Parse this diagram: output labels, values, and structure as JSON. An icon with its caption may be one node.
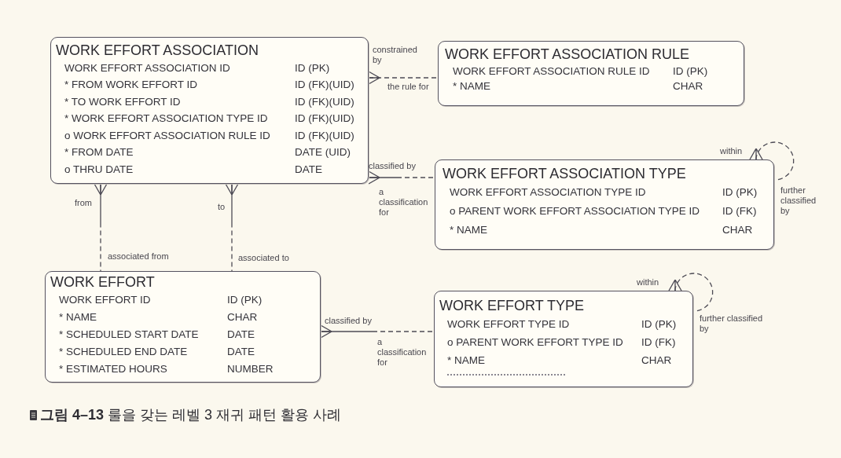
{
  "diagram": {
    "caption": "**그림 4–13** 룰을 갖는 레벨 3 재귀 패턴 활용 사례",
    "nodes": [
      {
        "text": [
          "WORK EFFORT ASSOCIATION",
          "WORK EFFORT ASSOCIATION ID",
          "ID (PK)",
          "* FROM WORK EFFORT ID",
          "ID (FK)(UID)",
          "* TO WORK EFFORT ID",
          "ID (FK)(UID)",
          "* WORK EFFORT ASSOCIATION TYPE ID",
          "ID (FK)(UID)",
          "o WORK EFFORT ASSOCIATION RULE ID",
          "ID (FK)(UID)",
          "* FROM DATE",
          "DATE (UID)",
          "o THRU DATE",
          "DATE"
        ]
      },
      {
        "text": [
          "WORK EFFORT ASSOCIATION RULE",
          "WORK EFFORT ASSOCIATION RULE ID",
          "ID (PK)",
          "* NAME",
          "CHAR"
        ]
      },
      {
        "text": [
          "WORK EFFORT ASSOCIATION TYPE",
          "WORK EFFORT ASSOCIATION TYPE ID",
          "ID (PK)",
          "o PARENT WORK EFFORT ASSOCIATION TYPE ID",
          "ID (FK)",
          "* NAME",
          "CHAR"
        ]
      },
      {
        "text": [
          "WORK EFFORT",
          "WORK EFFORT ID",
          "ID (PK)",
          "* NAME",
          "CHAR",
          "* SCHEDULED START DATE",
          "DATE",
          "* SCHEDULED END DATE",
          "DATE",
          "* ESTIMATED HOURS",
          "NUMBER"
        ]
      },
      {
        "text": [
          "WORK EFFORT TYPE",
          "WORK EFFORT TYPE ID",
          "ID (PK)",
          "o PARENT WORK EFFORT TYPE ID",
          "ID (FK)",
          "* NAME",
          "CHAR"
        ]
      }
    ],
    "edges": [
      {
        "from": 0,
        "to": 1,
        "arrow": "other",
        "label": "constrained by",
        "style": "dashed"
      },
      {
        "from": 0,
        "to": 2,
        "arrow": "other",
        "label": "classified by"
      },
      {
        "from": 0,
        "to": 3,
        "arrow": "other",
        "label": "from"
      },
      {
        "from": 0,
        "to": 3,
        "arrow": "other",
        "label": "to"
      },
      {
        "from": 3,
        "to": 4,
        "arrow": "other",
        "label": "classified by"
      },
      {
        "from": 2,
        "to": 2,
        "arrow": "other",
        "label": "within",
        "style": "dashed"
      },
      {
        "from": 4,
        "to": 4,
        "arrow": "other",
        "label": "within",
        "style": "dashed"
      }
    ],
    "labels": [
      "the rule for",
      "a classification for",
      "further classified by",
      "associated from",
      "associated to",
      "further classified by",
      "a classification for"
    ]
  }
}
